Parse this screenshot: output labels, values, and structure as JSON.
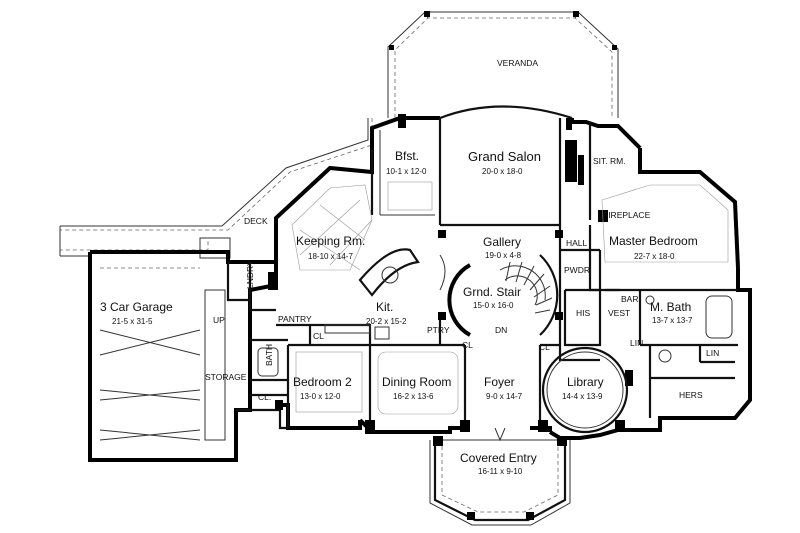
{
  "rooms": [
    {
      "id": "veranda",
      "name": "VERANDA",
      "dim": ""
    },
    {
      "id": "bfst",
      "name": "Bfst.",
      "dim": "10-1 x 12-0"
    },
    {
      "id": "grand-salon",
      "name": "Grand Salon",
      "dim": "20-0 x 18-0"
    },
    {
      "id": "sit-rm",
      "name": "SIT. RM.",
      "dim": ""
    },
    {
      "id": "keeping-rm",
      "name": "Keeping Rm.",
      "dim": "18-10 x 14-7"
    },
    {
      "id": "gallery",
      "name": "Gallery",
      "dim": "19-0 x 4-8"
    },
    {
      "id": "master-bedroom",
      "name": "Master Bedroom",
      "dim": "22-7 x 18-0"
    },
    {
      "id": "garage",
      "name": "3 Car Garage",
      "dim": "21-5 x 31-5"
    },
    {
      "id": "kit",
      "name": "Kit.",
      "dim": "20-2 x 15-2"
    },
    {
      "id": "grnd-stair",
      "name": "Grnd. Stair",
      "dim": "15-0 x 16-0"
    },
    {
      "id": "m-bath",
      "name": "M. Bath",
      "dim": "13-7 x 13-7"
    },
    {
      "id": "bedroom-2",
      "name": "Bedroom 2",
      "dim": "13-0 x 12-0"
    },
    {
      "id": "dining-room",
      "name": "Dining Room",
      "dim": "16-2 x 13-6"
    },
    {
      "id": "foyer",
      "name": "Foyer",
      "dim": "9-0 x 14-7"
    },
    {
      "id": "library",
      "name": "Library",
      "dim": "14-4 x 13-9"
    },
    {
      "id": "covered-entry",
      "name": "Covered Entry",
      "dim": "16-11 x 9-10"
    }
  ],
  "labels": {
    "deck": "DECK",
    "fireplace": "FIREPLACE",
    "hall": "HALL",
    "lndry": "LNDRY",
    "up": "UP",
    "pantry": "PANTRY",
    "cl_kit": "CL",
    "pwdr": "PWDR",
    "bar": "BAR",
    "his": "HIS",
    "vest": "VEST",
    "ptry": "PTRY",
    "dn": "DN",
    "cl_foyer": "CL",
    "cl_lib": "CL",
    "lin_bath": "LIN",
    "lin_right": "LIN",
    "bath": "BATH",
    "storage": "STORAGE",
    "cl_bed": "CL.",
    "hers": "HERS"
  }
}
